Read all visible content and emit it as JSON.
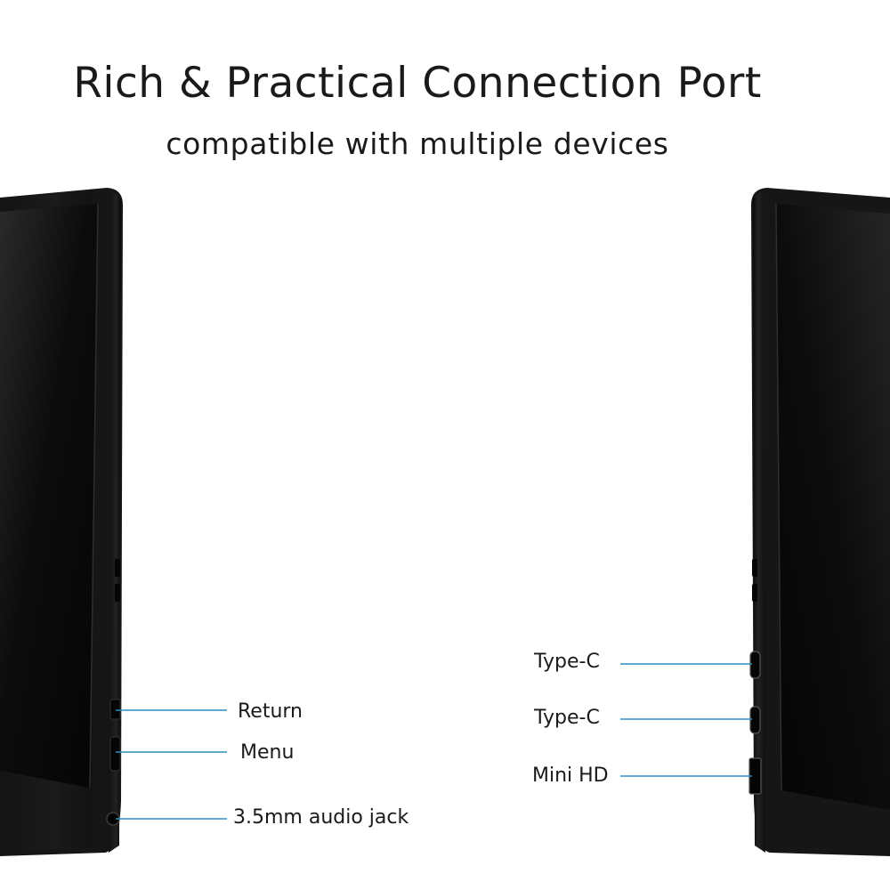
{
  "header": {
    "title": "Rich & Practical Connection Port",
    "subtitle": "compatible with multiple devices"
  },
  "left_ports": [
    {
      "label": "Return"
    },
    {
      "label": "Menu"
    },
    {
      "label": "3.5mm audio jack"
    }
  ],
  "right_ports": [
    {
      "label": "Type-C"
    },
    {
      "label": "Type-C"
    },
    {
      "label": "Mini HD"
    }
  ],
  "colors": {
    "background": "#ffffff",
    "callout_line": "#2a8fc0",
    "device_body": "#141414",
    "screen": "#0b0b0b"
  }
}
